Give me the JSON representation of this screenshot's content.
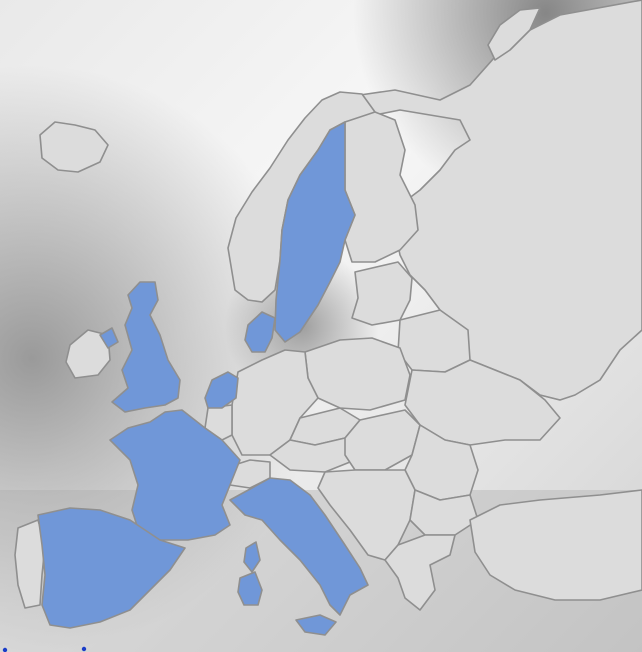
{
  "map": {
    "colors": {
      "highlight": "#7097d8",
      "land": "#dcdcdc",
      "border": "#8f8f8f",
      "sea_light": "#f4f4f4",
      "sea_dark": "#8a8a8a",
      "corner_mark": "#1a3cc8"
    },
    "highlighted_countries": [
      "sweden",
      "denmark",
      "united-kingdom",
      "netherlands",
      "france",
      "spain",
      "italy"
    ],
    "gray_countries": [
      "iceland",
      "ireland",
      "norway",
      "finland",
      "baltic-states",
      "belarus",
      "poland",
      "germany",
      "belgium",
      "switzerland",
      "austria",
      "czechia",
      "hungary",
      "balkans",
      "romania",
      "bulgaria",
      "greece",
      "turkey",
      "portugal",
      "russia",
      "ukraine"
    ]
  }
}
